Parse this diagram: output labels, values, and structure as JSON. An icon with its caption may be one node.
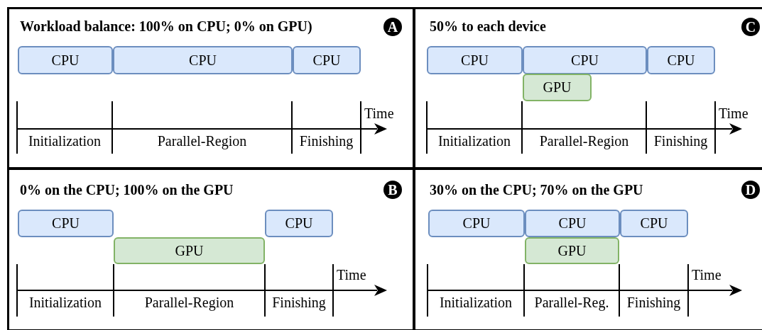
{
  "diagram": {
    "nodes": [
      {
        "text": [
          "Workload balance: 100% on CPU; 0% on GPU)"
        ]
      },
      {
        "text": [
          "A"
        ],
        "in": 0
      },
      {
        "text": [
          "CPU"
        ],
        "in": 0
      },
      {
        "text": [
          "CPU"
        ],
        "in": 0
      },
      {
        "text": [
          "CPU"
        ],
        "in": 0
      },
      {
        "text": [
          "50% to each device"
        ]
      },
      {
        "text": [
          "C"
        ],
        "in": 5
      },
      {
        "text": [
          "CPU"
        ],
        "in": 5
      },
      {
        "text": [
          "CPU"
        ],
        "in": 5
      },
      {
        "text": [
          "CPU"
        ],
        "in": 5
      },
      {
        "text": [
          "GPU"
        ],
        "in": 5
      },
      {
        "text": [
          "0% on the CPU; 100% on the GPU"
        ]
      },
      {
        "text": [
          "B"
        ],
        "in": 11
      },
      {
        "text": [
          "CPU"
        ],
        "in": 11
      },
      {
        "text": [
          "CPU"
        ],
        "in": 11
      },
      {
        "text": [
          "GPU"
        ],
        "in": 11
      },
      {
        "text": [
          "30% on the CPU; 70% on the GPU"
        ]
      },
      {
        "text": [
          "D"
        ],
        "in": 16
      },
      {
        "text": [
          "CPU"
        ],
        "in": 16
      },
      {
        "text": [
          "CPU"
        ],
        "in": 16
      },
      {
        "text": [
          "CPU"
        ],
        "in": 16
      },
      {
        "text": [
          "GPU"
        ],
        "in": 16
      }
    ],
    "labels": [
      "Time",
      "Initialization",
      "Parallel-Region",
      "Finishing",
      "Time",
      "Initialization",
      "Parallel-Region",
      "Finishing",
      "Time",
      "Initialization",
      "Parallel-Region",
      "Finishing",
      "Time",
      "Initialization",
      "Parallel-Reg.",
      "Finishing"
    ]
  }
}
